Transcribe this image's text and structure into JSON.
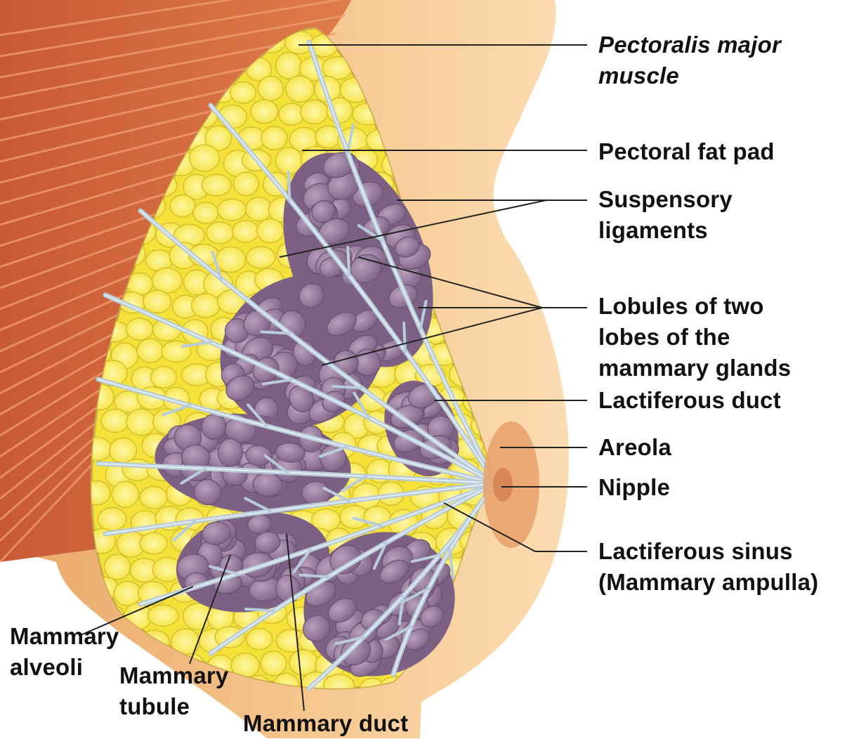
{
  "labels": {
    "pectoralis_major": [
      "Pectoralis major",
      "muscle"
    ],
    "pectoral_fat_pad": [
      "Pectoral fat pad"
    ],
    "suspensory_ligaments": [
      "Suspensory",
      "ligaments"
    ],
    "lobules": [
      "Lobules of two",
      "lobes of the",
      "mammary glands"
    ],
    "lactiferous_duct": [
      "Lactiferous duct"
    ],
    "areola": [
      "Areola"
    ],
    "nipple": [
      "Nipple"
    ],
    "lactiferous_sinus": [
      "Lactiferous sinus",
      "(Mammary ampulla)"
    ],
    "mammary_alveoli": [
      "Mammary",
      "alveoli"
    ],
    "mammary_tubule": [
      "Mammary",
      "tubule"
    ],
    "mammary_duct": [
      "Mammary duct"
    ]
  },
  "colors": {
    "skin": "#f6c78f",
    "skin_shadow": "#e9a768",
    "muscle": "#d2623a",
    "muscle_fiber": "#f0a073",
    "fat": "#f4e23a",
    "fat_highlight": "#fff7a8",
    "lobule": "#8f7296",
    "lobule_highlight": "#b9a0bd",
    "duct": "#b9ccd9",
    "areola": "#e8a06a",
    "leader_line": "#222222"
  }
}
